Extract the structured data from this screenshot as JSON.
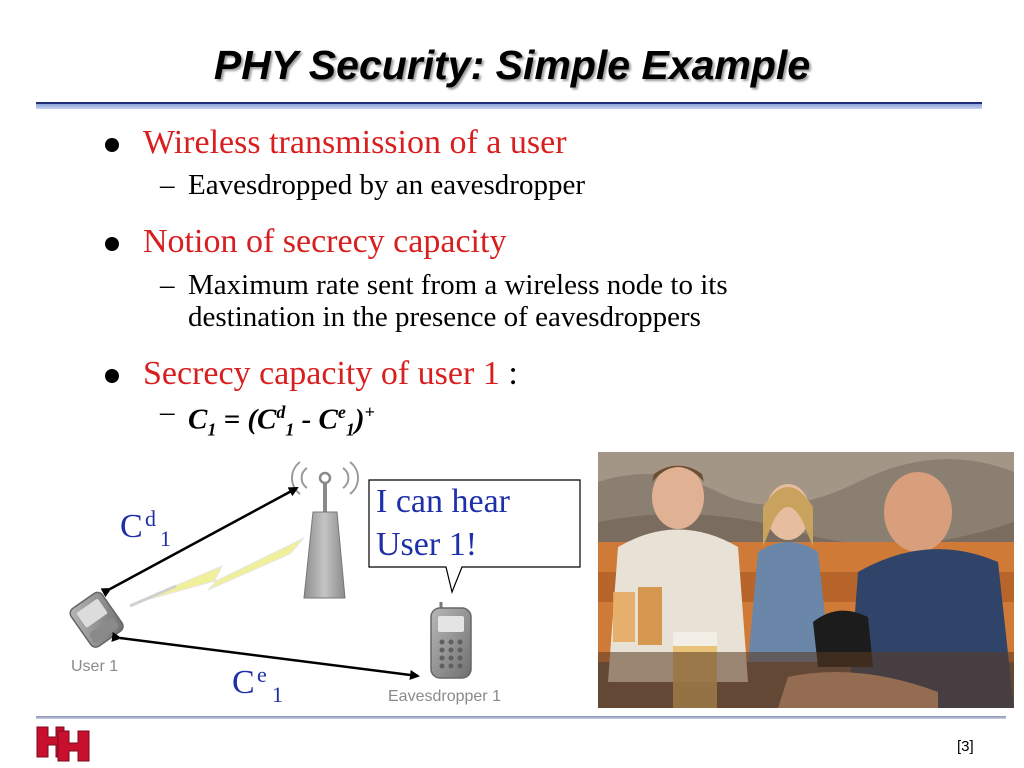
{
  "slide": {
    "title": "PHY Security: Simple Example",
    "bullets": [
      {
        "text": "Wireless transmission of a user",
        "sub": [
          "Eavesdropped by an eavesdropper"
        ]
      },
      {
        "text": "Notion of secrecy capacity",
        "sub": [
          "Maximum rate sent from a wireless node to its",
          "destination in the presence of eavesdroppers"
        ]
      },
      {
        "text": "Secrecy capacity of user 1",
        "suffix": ":",
        "formula": {
          "C": "C",
          "sub_1": "1",
          "eq_open": "= (C",
          "sup_d": "d",
          "sub_2": "1",
          "minus": "- C",
          "sup_e": "e",
          "sub_3": "1",
          "close": ")",
          "sup_plus": "+"
        }
      }
    ],
    "page_number": "[3]"
  },
  "diagram": {
    "callout": [
      "I can hear",
      "User 1!"
    ],
    "user_label": "User 1",
    "eavesdropper_label": "Eavesdropper 1",
    "cd": {
      "base": "C",
      "sup": "d",
      "sub": "1"
    },
    "ce": {
      "base": "C",
      "sup": "e",
      "sub": "1"
    }
  },
  "colors": {
    "heading_red": "#d81e1e",
    "diagram_blue": "#1e2fa8",
    "logo_red": "#c8102e",
    "bolt_yellow": "#f0ef9a"
  }
}
